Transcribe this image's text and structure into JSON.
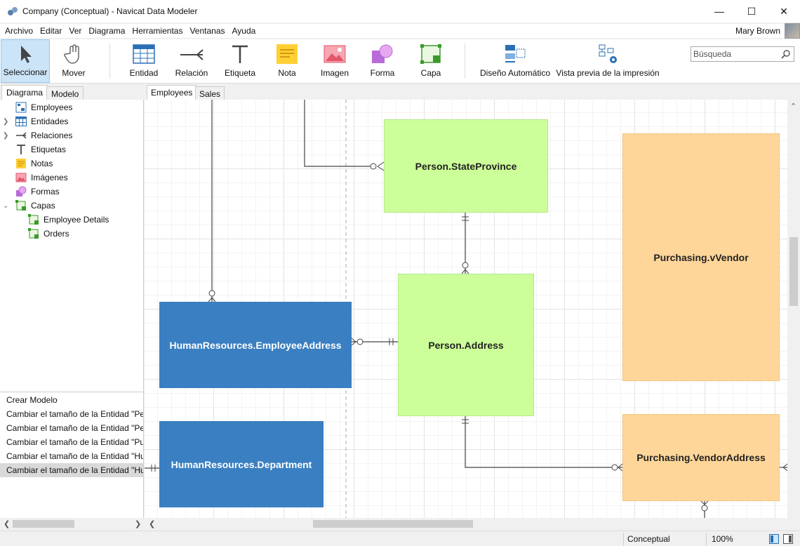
{
  "window": {
    "title": "Company (Conceptual) - Navicat Data Modeler",
    "minimize": "—",
    "maximize": "☐",
    "close": "✕"
  },
  "menu": [
    "Archivo",
    "Editar",
    "Ver",
    "Diagrama",
    "Herramientas",
    "Ventanas",
    "Ayuda"
  ],
  "user": {
    "name": "Mary Brown"
  },
  "toolbar": {
    "select": "Seleccionar",
    "move": "Mover",
    "entity": "Entidad",
    "relation": "Relación",
    "label": "Etiqueta",
    "note": "Nota",
    "image": "Imagen",
    "shape": "Forma",
    "layer": "Capa",
    "auto_layout": "Diseño Automático",
    "print_preview": "Vista previa de la impresión",
    "search_placeholder": "Búsqueda"
  },
  "left_tabs": {
    "diagram": "Diagrama",
    "model": "Modelo"
  },
  "tree": {
    "employees": "Employees",
    "entities": "Entidades",
    "relations": "Relaciones",
    "labels": "Etiquetas",
    "notes": "Notas",
    "images": "Imágenes",
    "shapes": "Formas",
    "layers": "Capas",
    "layer_employee_details": "Employee Details",
    "layer_orders": "Orders"
  },
  "history": [
    "Crear Modelo",
    "Cambiar el tamaño de la Entidad \"Per",
    "Cambiar el tamaño de la Entidad \"Per",
    "Cambiar el tamaño de la Entidad \"Pu",
    "Cambiar el tamaño de la Entidad \"Hu",
    "Cambiar el tamaño de la Entidad \"Hu"
  ],
  "doc_tabs": {
    "employees": "Employees",
    "sales": "Sales"
  },
  "entities": {
    "state_province": "Person.StateProvince",
    "vendor": "Purchasing.vVendor",
    "employee_address": "HumanResources.EmployeeAddress",
    "address": "Person.Address",
    "department": "HumanResources.Department",
    "vendor_address": "Purchasing.VendorAddress"
  },
  "colors": {
    "entity_green": "#ccff99",
    "entity_blue": "#3a7fc1",
    "entity_orange": "#ffd699",
    "selection": "#cce4f7"
  },
  "status": {
    "mode": "Conceptual",
    "zoom": "100%"
  }
}
